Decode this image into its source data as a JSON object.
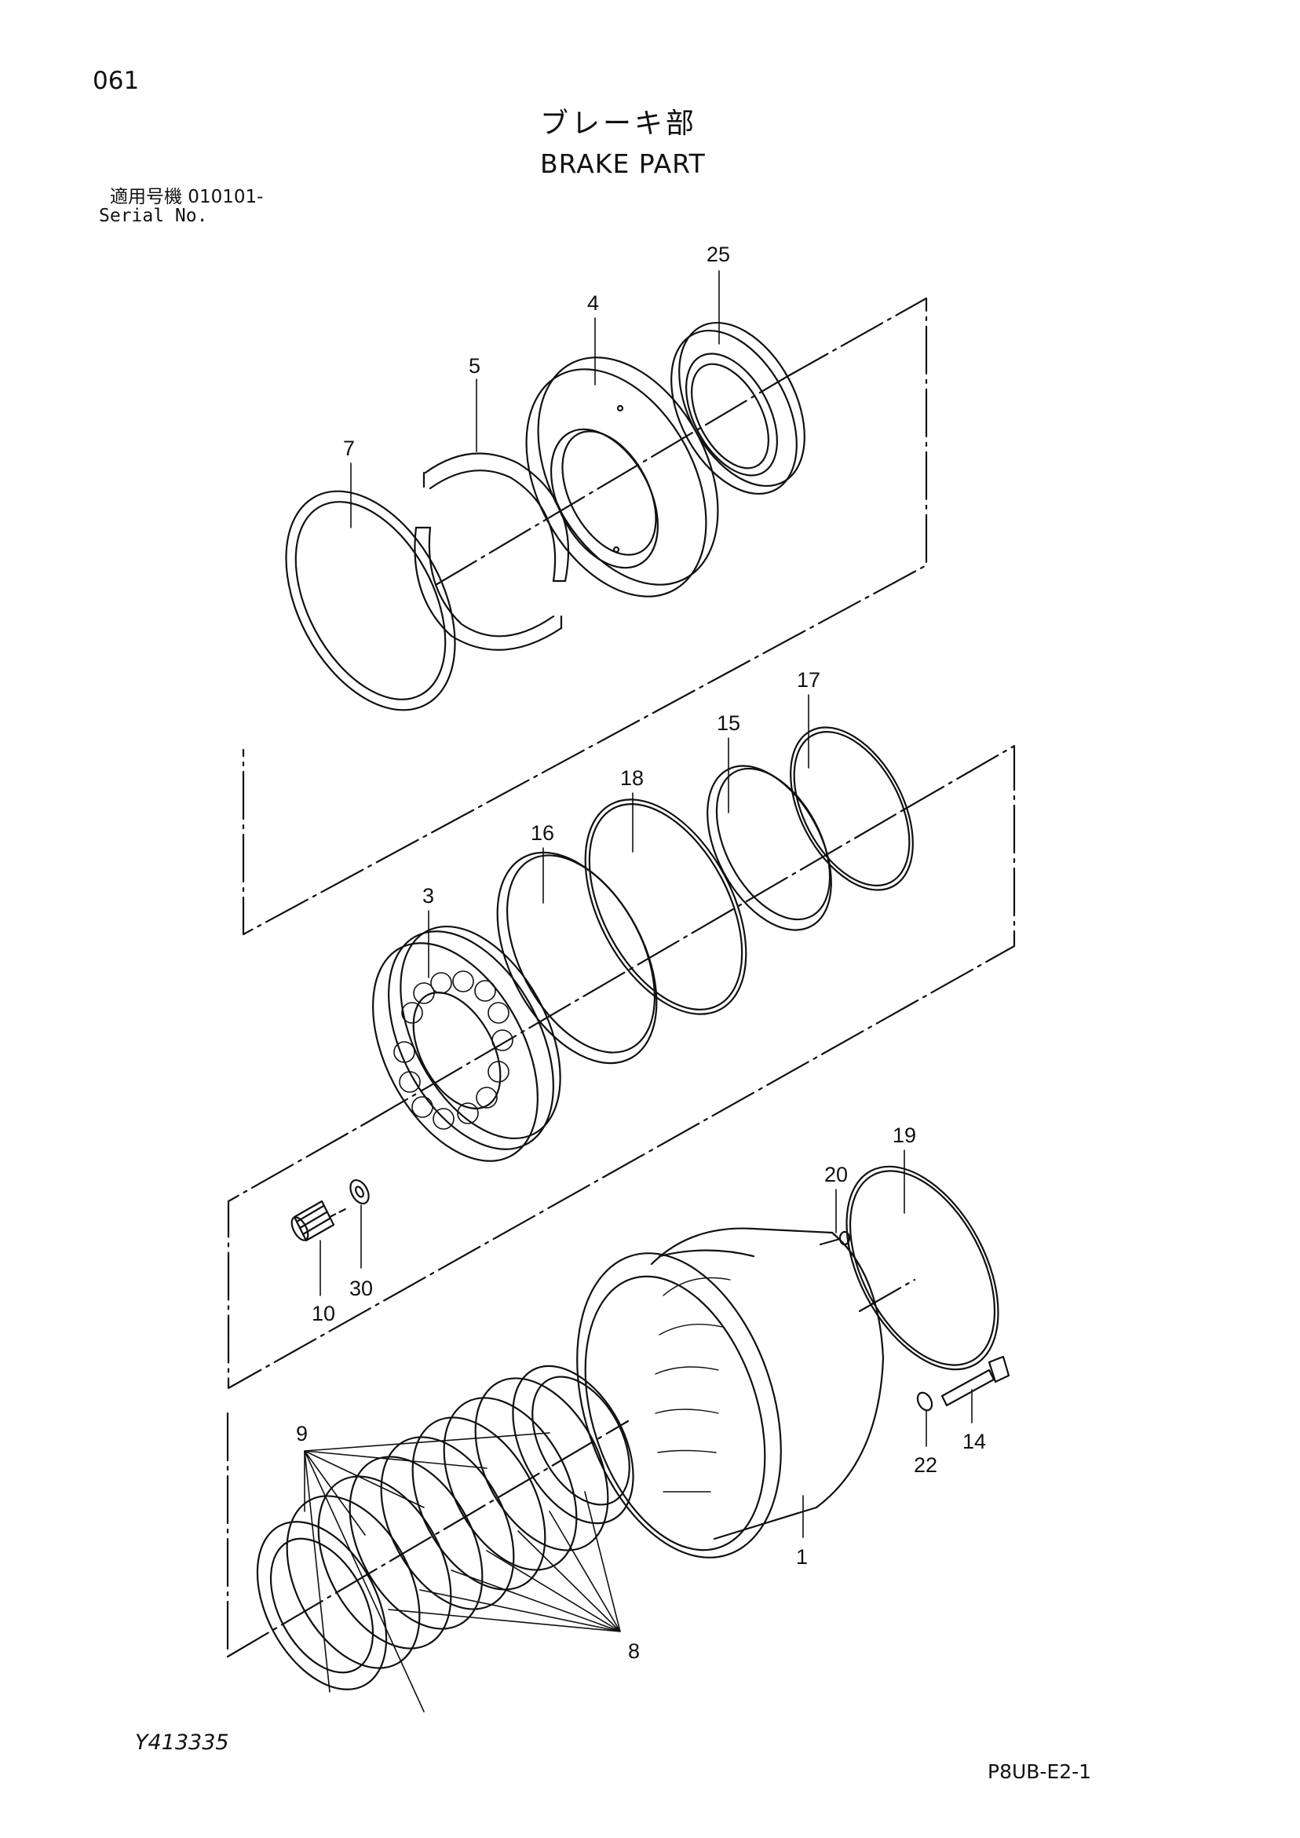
{
  "header": {
    "page_number": "061",
    "title_jp": "ブレーキ部",
    "title_en": "BRAKE PART",
    "serial_label_jp": "適用号機  010101-",
    "serial_label_en": "Serial No."
  },
  "footer": {
    "figure_ref": "Y413335",
    "page_code": "P8UB-E2-1"
  },
  "callouts": {
    "c25": "25",
    "c4": "4",
    "c5": "5",
    "c7": "7",
    "c17": "17",
    "c15": "15",
    "c18": "18",
    "c16": "16",
    "c3": "3",
    "c10": "10",
    "c30": "30",
    "c19": "19",
    "c20": "20",
    "c14": "14",
    "c22": "22",
    "c1": "1",
    "c9": "9",
    "c8": "8"
  }
}
